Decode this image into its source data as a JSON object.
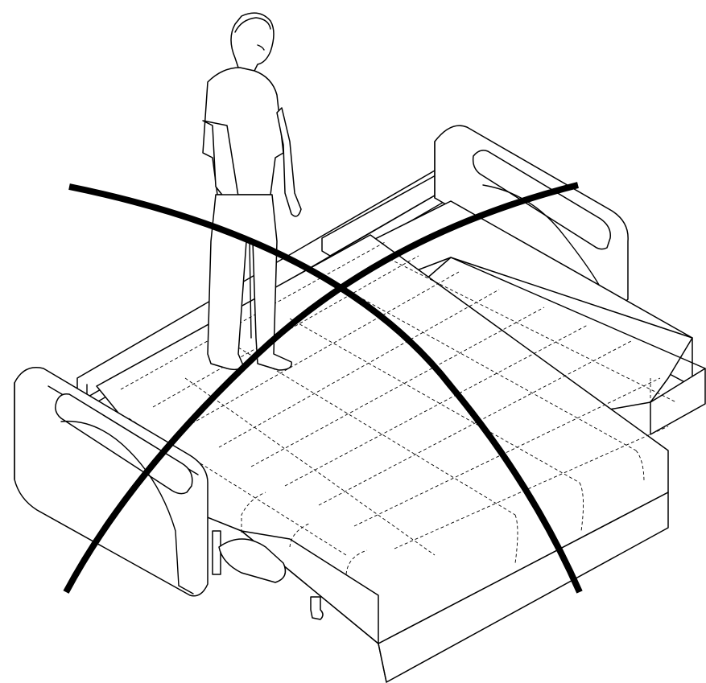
{
  "scene": {
    "subject": "sofa-bed-unfolded",
    "figure": "standing-person",
    "overlay": "crossed-out-x",
    "line_color": "#000000",
    "background_color": "#ffffff"
  }
}
